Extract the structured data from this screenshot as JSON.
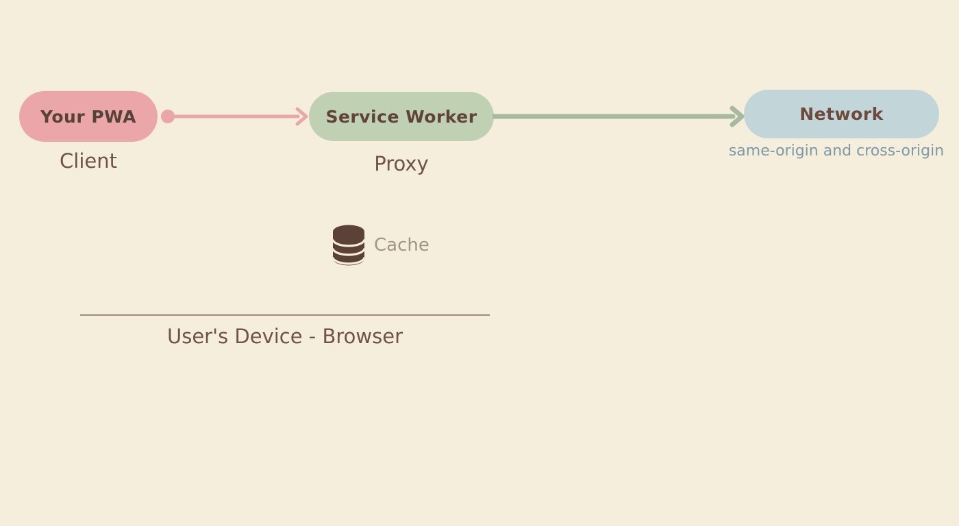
{
  "diagram": {
    "background": "#f6eedd",
    "nodes": {
      "pwa": {
        "label": "Your PWA",
        "sublabel": "Client",
        "fill": "#eba6aa",
        "text_color": "#554239",
        "sublabel_color": "#6f5249"
      },
      "service_worker": {
        "label": "Service Worker",
        "sublabel": "Proxy",
        "fill": "#c0d0b2",
        "text_color": "#5f4339",
        "sublabel_color": "#6f5249"
      },
      "network": {
        "label": "Network",
        "sublabel": "same-origin and cross-origin",
        "fill": "#c2d5d8",
        "text_color": "#6e4a3c",
        "sublabel_color": "#7b9aa6"
      }
    },
    "arrows": {
      "pwa_to_sw": {
        "color": "#eba6aa"
      },
      "sw_to_network": {
        "color": "#a8b99f"
      }
    },
    "cache": {
      "label": "Cache",
      "icon": "database-icon",
      "icon_color": "#5b4138",
      "label_color": "#a39488"
    },
    "device_boundary": {
      "label": "User's Device - Browser",
      "line_color": "#9c8a82",
      "label_color": "#6f5249"
    }
  }
}
